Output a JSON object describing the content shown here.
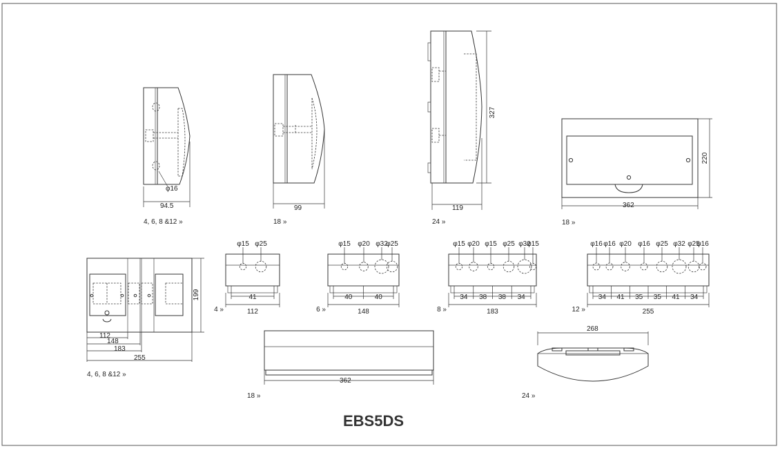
{
  "drawing": {
    "title": "EBS5DS",
    "side_views": [
      {
        "depth": "94.5",
        "hole": "φ16",
        "label": "4, 6, 8 &12 »"
      },
      {
        "depth": "99",
        "label": "18 »"
      },
      {
        "depth": "119",
        "height": "327",
        "label": "24 »"
      }
    ],
    "front_view_18": {
      "width": "362",
      "height": "220",
      "label": "18 »"
    },
    "front_views_small": {
      "widths": [
        "112",
        "148",
        "183",
        "255"
      ],
      "height": "199",
      "label": "4, 6, 8 &12 »"
    },
    "bottom_views": [
      {
        "model": "4 »",
        "holes": [
          "φ15",
          "φ25"
        ],
        "pitches": [
          "41"
        ],
        "width": "112"
      },
      {
        "model": "6 »",
        "holes": [
          "φ15",
          "φ20",
          "φ32",
          "φ25"
        ],
        "pitches": [
          "40",
          "40"
        ],
        "width": "148"
      },
      {
        "model": "8 »",
        "holes": [
          "φ15",
          "φ20",
          "φ15",
          "φ25",
          "φ32",
          "φ15"
        ],
        "pitches": [
          "34",
          "38",
          "38",
          "34"
        ],
        "width": "183"
      },
      {
        "model": "12 »",
        "holes": [
          "φ16",
          "φ16",
          "φ20",
          "φ16",
          "φ25",
          "φ32",
          "φ25",
          "φ16"
        ],
        "pitches": [
          "34",
          "41",
          "35",
          "35",
          "41",
          "34"
        ],
        "width": "255"
      }
    ],
    "top_view_18": {
      "width": "362",
      "label": "18 »"
    },
    "top_view_24": {
      "width": "268",
      "label": "24 »"
    }
  }
}
